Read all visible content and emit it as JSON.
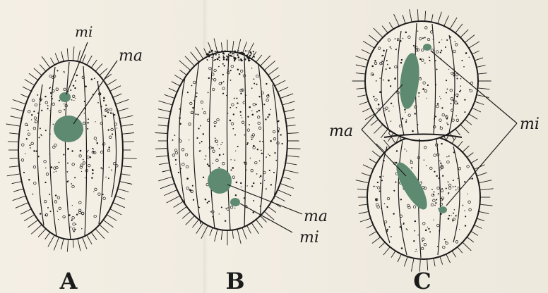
{
  "colors": {
    "paper": "#f2ede2",
    "ink": "#1b1b1b",
    "nucleus": "#5e8a72"
  },
  "figures": {
    "A": {
      "caption": "A",
      "label_mi": "mi",
      "label_ma": "ma"
    },
    "B": {
      "caption": "B",
      "label_ma": "ma",
      "label_mi": "mi"
    },
    "C": {
      "caption": "C",
      "label_ma": "ma",
      "label_mi": "mi"
    }
  }
}
